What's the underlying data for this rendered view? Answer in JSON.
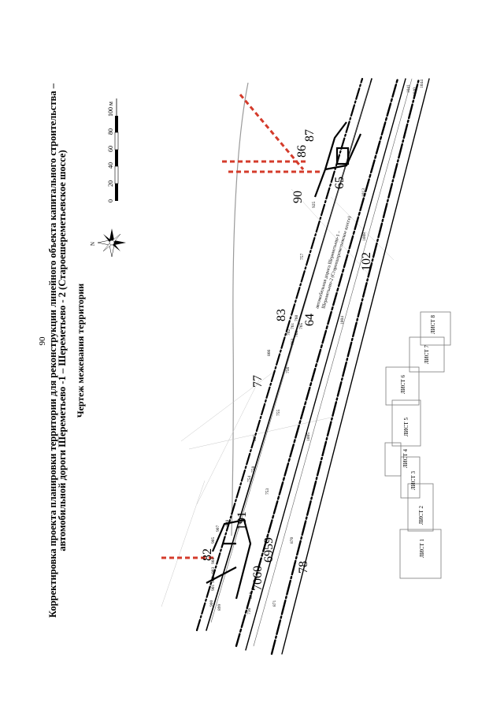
{
  "page_number": "90",
  "title_line1": "Корректировка проекта планировки территории для реконструкции линейного объекта капитального строительства –",
  "title_line2": "автомобильной дороги Шереметьево -1 – Шереметьево - 2 (Староешереметьевское шоссе)",
  "title_line3": "Чертеж межевания территории",
  "scale_bar": {
    "ticks": [
      "0",
      "20",
      "40",
      "60",
      "80",
      "100 м"
    ]
  },
  "compass_label": "N",
  "sheets": [
    "ЛИСТ 1",
    "ЛИСТ 2",
    "ЛИСТ 3",
    "ЛИСТ 4",
    "ЛИСТ 5",
    "ЛИСТ 6",
    "ЛИСТ 7",
    "ЛИСТ 8"
  ],
  "road_label_1": "автомобильная дорога Шереметьево-1 –",
  "road_label_2": "Шереметьево-2 (Староешереметьевское шоссе)",
  "parcel_labels": [
    "82",
    "191",
    "6959",
    "7060",
    "78",
    "77",
    "83",
    "64",
    "90",
    "65",
    "86",
    "87",
    "102"
  ],
  "point_labels": [
    "900",
    "899",
    "901",
    "902",
    "903",
    "904",
    "905",
    "907",
    "928",
    "736",
    "842",
    "753",
    "754",
    "755",
    "756",
    "757",
    "758",
    "866",
    "865",
    "871",
    "870",
    "1005",
    "1004",
    "1008",
    "1013",
    "925",
    "1044",
    "1041",
    "1040",
    "762",
    "761",
    "760",
    "763",
    "764",
    "765"
  ]
}
